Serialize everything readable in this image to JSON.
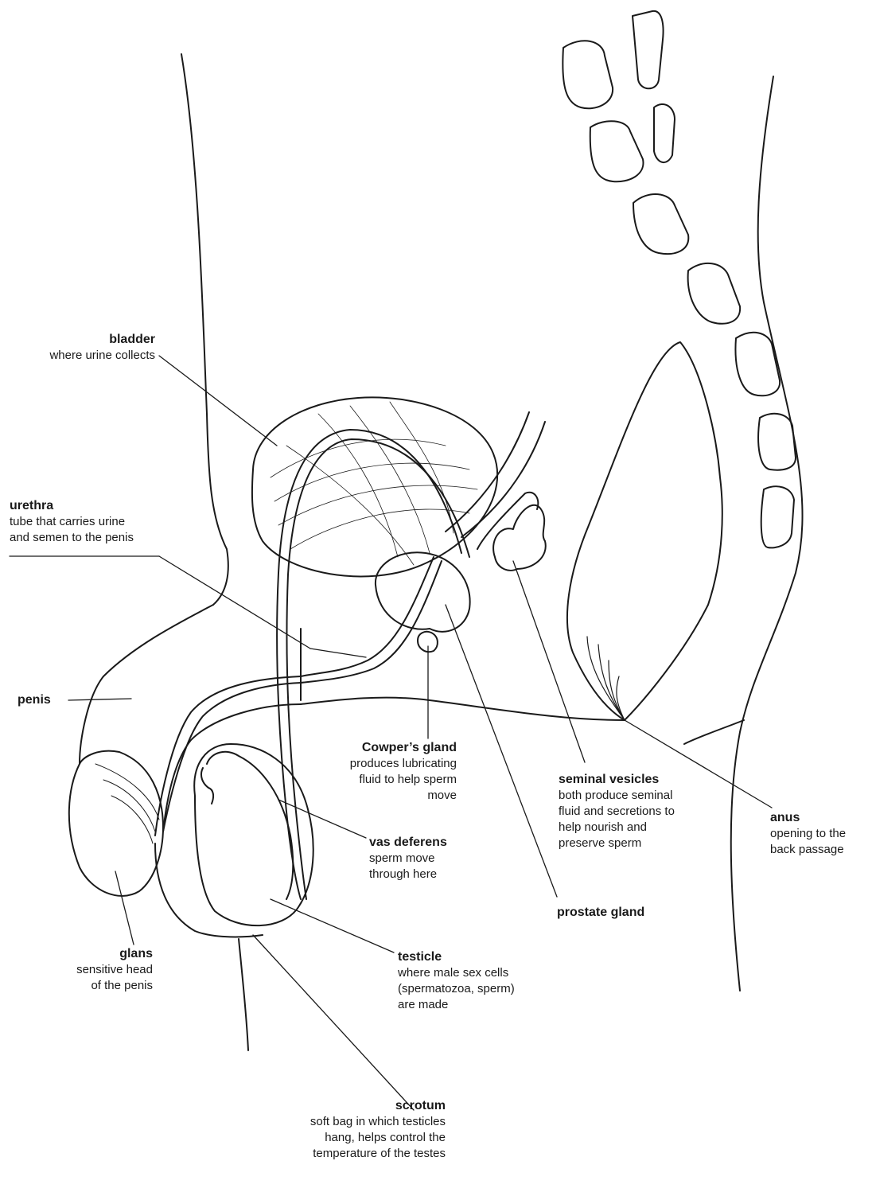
{
  "colors": {
    "line": "#1a1a1a",
    "background": "#ffffff"
  },
  "labels": {
    "bladder": {
      "title": "bladder",
      "desc": "where urine collects"
    },
    "urethra": {
      "title": "urethra",
      "desc": "tube that carries urine\nand semen to the penis"
    },
    "penis": {
      "title": "penis"
    },
    "cowpers": {
      "title": "Cowper’s gland",
      "desc": "produces lubricating\nfluid to help sperm\nmove"
    },
    "seminal": {
      "title": "seminal vesicles",
      "desc": "both produce seminal\nfluid and secretions to\nhelp nourish and\npreserve sperm"
    },
    "anus": {
      "title": "anus",
      "desc": "opening to the\nback passage"
    },
    "vas": {
      "title": "vas deferens",
      "desc": "sperm move\nthrough here"
    },
    "prostate": {
      "title": "prostate gland"
    },
    "glans": {
      "title": "glans",
      "desc": "sensitive head\nof the penis"
    },
    "testicle": {
      "title": "testicle",
      "desc": "where male sex cells\n(spermatozoa, sperm)\nare made"
    },
    "scrotum": {
      "title": "scrotum",
      "desc": "soft bag in which testicles\nhang, helps control the\ntemperature of the testes"
    }
  }
}
